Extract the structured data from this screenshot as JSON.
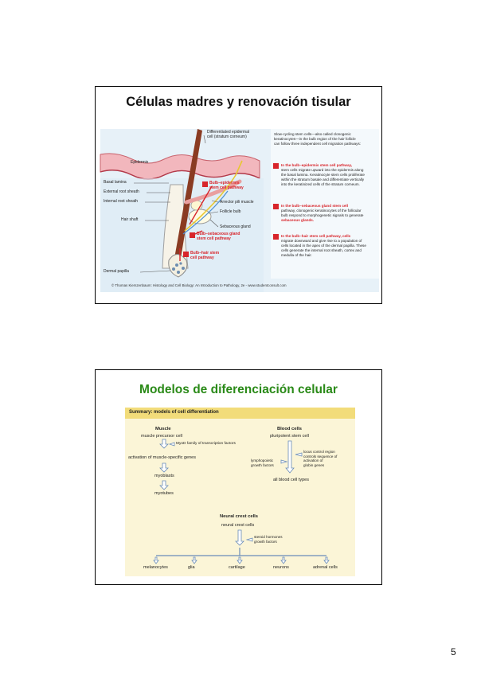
{
  "slide1": {
    "title": "Células madres y renovación tisular",
    "figure": {
      "labels": {
        "differentiated": "Differentiated epidermal",
        "differentiated2": "cell (stratum corneum)",
        "epidermis": "Epidermis",
        "basal_lamina": "Basal lamina",
        "external_root": "External root sheath",
        "internal_root": "Internal root sheath",
        "hair_shaft": "Hair shaft",
        "dermal_papilla": "Dermal papilla",
        "arrector": "Arrector pili muscle",
        "follicle_bulb": "Follicle bulb",
        "sebaceous": "Sebaceous gland"
      },
      "pathways": [
        {
          "num": "1",
          "line1": "Bulb–epidermis",
          "line2": "stem cell pathway"
        },
        {
          "num": "2",
          "line1": "Bulb–sebaceous gland",
          "line2": "stem cell pathway"
        },
        {
          "num": "3",
          "line1": "Bulb–hair stem",
          "line2": "cell pathway"
        }
      ],
      "text_intro": [
        "Slow-cycling stem cells—also called clonogenic",
        "keratinocytes—in the bulb region of the hair follicle",
        "can follow three independent cell migration pathways:"
      ],
      "text_p1": [
        "In the bulb–epidermis stem cell pathway,",
        "stem cells migrate upward into the epidermis along",
        "the basal lamina. Keratinocyte stem cells proliferate",
        "within the stratum basale and differentiate vertically",
        "into the keratinized cells of the stratum corneum."
      ],
      "text_p2": [
        "In the bulb–sebaceous gland stem cell",
        "pathway, clonogenic keratinocytes of the follicular",
        "bulb respond to morphogenetic signals to generate",
        "sebaceous glands."
      ],
      "text_p3": [
        "In the bulb–hair stem cell pathway, cells",
        "migrate downward and give rise to a population of",
        "cells located in the apex of the dermal papilla. These",
        "cells generate the internal root sheath, cortex and",
        "medulla of the hair."
      ],
      "credit": "© Thomas Kierszenbaum: Histology and Cell Biology: An Introduction to Pathology, 2e - www.studentconsult.com"
    }
  },
  "slide2": {
    "title": "Modelos de diferenciación celular",
    "figure": {
      "header": "Summary: models of cell differentiation",
      "muscle": {
        "heading": "Muscle",
        "steps": [
          "muscle precursor cell",
          "activation of muscle-specific genes",
          "myoblasts",
          "myotubes"
        ],
        "factor": "MyoD family of transcription factors"
      },
      "blood": {
        "heading": "Blood cells",
        "steps": [
          "pluripotent stem cell",
          "all blood cell types"
        ],
        "factor_left": [
          "lymphopoietic",
          "growth factors"
        ],
        "factor_right": [
          "locus control region",
          "controls sequence of",
          "activation of",
          "globin genes"
        ]
      },
      "neural": {
        "heading": "Neural crest cells",
        "step": "neural crest cells",
        "factor": [
          "steroid hormones",
          "growth factors"
        ],
        "outputs": [
          "melanocytes",
          "glia",
          "cartilage",
          "neurons",
          "adrenal cells"
        ]
      }
    }
  },
  "page_number": "5",
  "colors": {
    "slide2_title": "#2a8a18",
    "pathway_red": "#d8252b",
    "summary_band": "#f2dc7a"
  }
}
